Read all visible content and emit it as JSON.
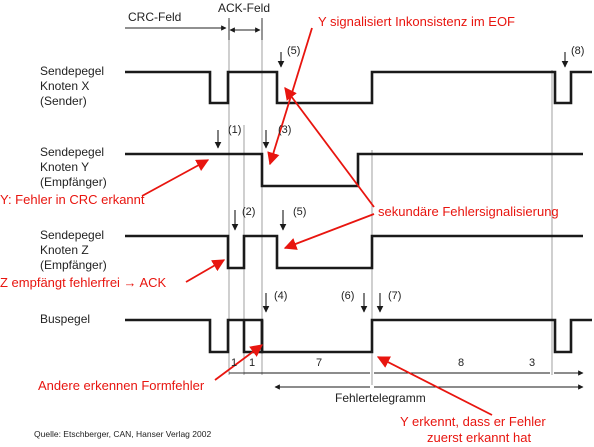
{
  "header": {
    "crc_field": "CRC-Feld",
    "ack_field": "ACK-Feld"
  },
  "signals": [
    {
      "lines": [
        "Sendepegel",
        "Knoten X",
        "(Sender)"
      ]
    },
    {
      "lines": [
        "Sendepegel",
        "Knoten Y",
        "(Empfänger)"
      ]
    },
    {
      "lines": [
        "Sendepegel",
        "Knoten Z",
        "(Empfänger)"
      ]
    },
    {
      "lines": [
        "Buspegel"
      ]
    }
  ],
  "markers": {
    "m1": "(1)",
    "m2": "(2)",
    "m3": "(3)",
    "m4": "(4)",
    "m5a": "(5)",
    "m5b": "(5)",
    "m6": "(6)",
    "m7": "(7)",
    "m8": "(8)"
  },
  "durations": {
    "d1a": "1",
    "d1b": "1",
    "d7": "7",
    "d8": "8",
    "d3": "3"
  },
  "error_frame_label": "Fehlertelegramm",
  "annotations": {
    "y_eof": "Y signalisiert Inkonsistenz im EOF",
    "y_crc": "Y: Fehler in CRC erkannt",
    "secondary": "sekundäre Fehlersignalisierung",
    "z_ack": "Z empfängt fehlerfrei → ACK",
    "others": "Andere erkennen Formfehler",
    "y_first_1": "Y erkennt, dass er Fehler",
    "y_first_2": "zuerst erkannt hat"
  },
  "source": "Quelle: Etschberger, CAN, Hanser Verlag 2002",
  "colors": {
    "annotation": "#e8150f",
    "signal": "#1a1a1a",
    "guide": "#888888"
  }
}
